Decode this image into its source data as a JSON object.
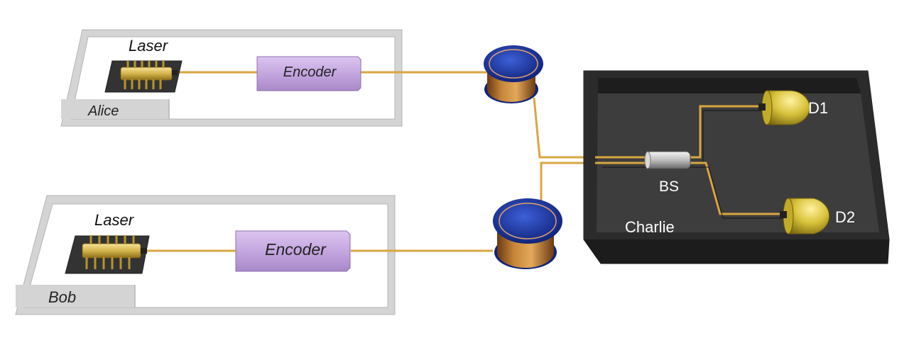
{
  "alice": {
    "name": "Alice",
    "laser_label": "Laser",
    "encoder_label": "Encoder"
  },
  "bob": {
    "name": "Bob",
    "laser_label": "Laser",
    "encoder_label": "Encoder"
  },
  "charlie": {
    "name": "Charlie",
    "beam_splitter_label": "BS",
    "detector_1_label": "D1",
    "detector_2_label": "D2"
  },
  "colors": {
    "fiber": "#d9a640",
    "encoder": "#c4a6df",
    "laser_gold": "#d4b34a",
    "spool_blue": "#1f3fb5",
    "spool_copper": "#b8722c",
    "charlie_box": "#2f2f2f",
    "detector_gold": "#d8c23a",
    "enclosure": "#d4d4d4"
  }
}
